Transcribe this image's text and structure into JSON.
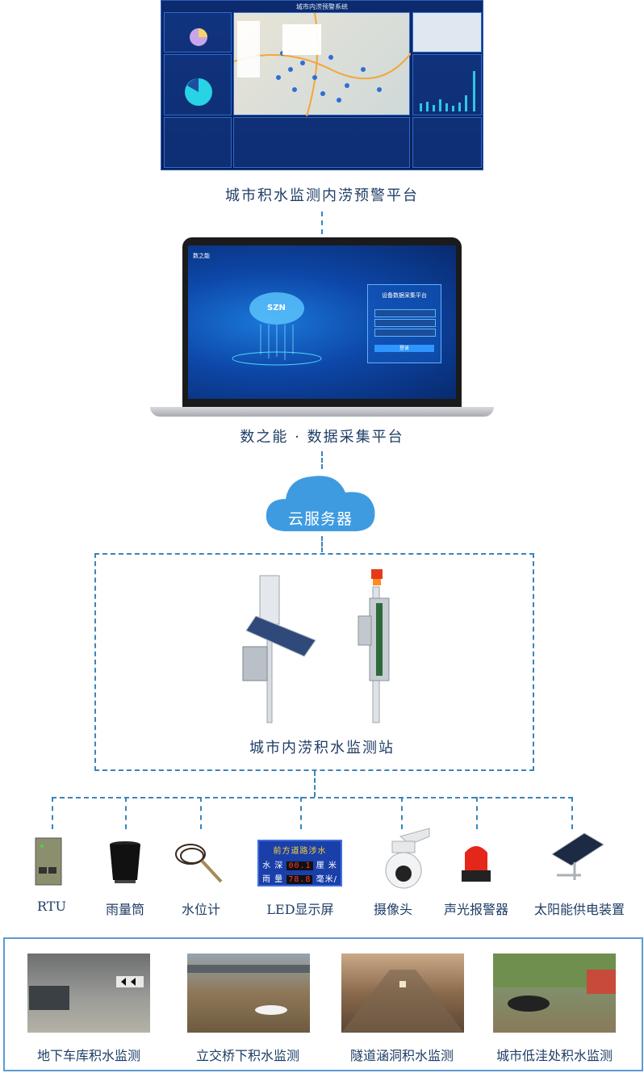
{
  "dashboard": {
    "title": "城市内涝预警系统",
    "caption": "城市积水监测内涝预警平台"
  },
  "laptop": {
    "brand": "数之能",
    "logo_text": "SZN",
    "login_title": "设备数据采集平台",
    "login_button": "登录",
    "caption": "数之能 · 数据采集平台"
  },
  "cloud": {
    "label": "云服务器"
  },
  "station": {
    "caption": "城市内涝积水监测站"
  },
  "led": {
    "line1": "前方道路涉水",
    "line2_prefix": "水  深",
    "line2_value": "00.1",
    "line2_unit": "厘  米",
    "line3_prefix": "雨  量",
    "line3_value": "78.8",
    "line3_unit": "毫米/分"
  },
  "equipment": [
    {
      "label": "RTU",
      "icon": "rtu-icon"
    },
    {
      "label": "雨量筒",
      "icon": "rain-gauge-icon"
    },
    {
      "label": "水位计",
      "icon": "water-level-sensor-icon"
    },
    {
      "label": "LED显示屏",
      "icon": "led-display-icon"
    },
    {
      "label": "摄像头",
      "icon": "camera-icon"
    },
    {
      "label": "声光报警器",
      "icon": "alarm-light-icon"
    },
    {
      "label": "太阳能供电装置",
      "icon": "solar-panel-icon"
    }
  ],
  "scenarios": [
    {
      "label": "地下车库积水监测"
    },
    {
      "label": "立交桥下积水监测"
    },
    {
      "label": "隧道涵洞积水监测"
    },
    {
      "label": "城市低洼处积水监测"
    }
  ],
  "colors": {
    "connector": "#3a86b9",
    "cloud": "#3f9be0",
    "text": "#1f3d66",
    "dashboard_bg": "#0c2a6e"
  }
}
